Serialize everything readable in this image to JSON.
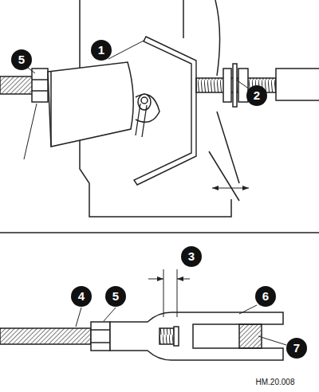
{
  "diagram": {
    "labels": [
      "1",
      "5",
      "2",
      "3",
      "4",
      "5",
      "6",
      "7",
      "HM.20.008"
    ]
  }
}
